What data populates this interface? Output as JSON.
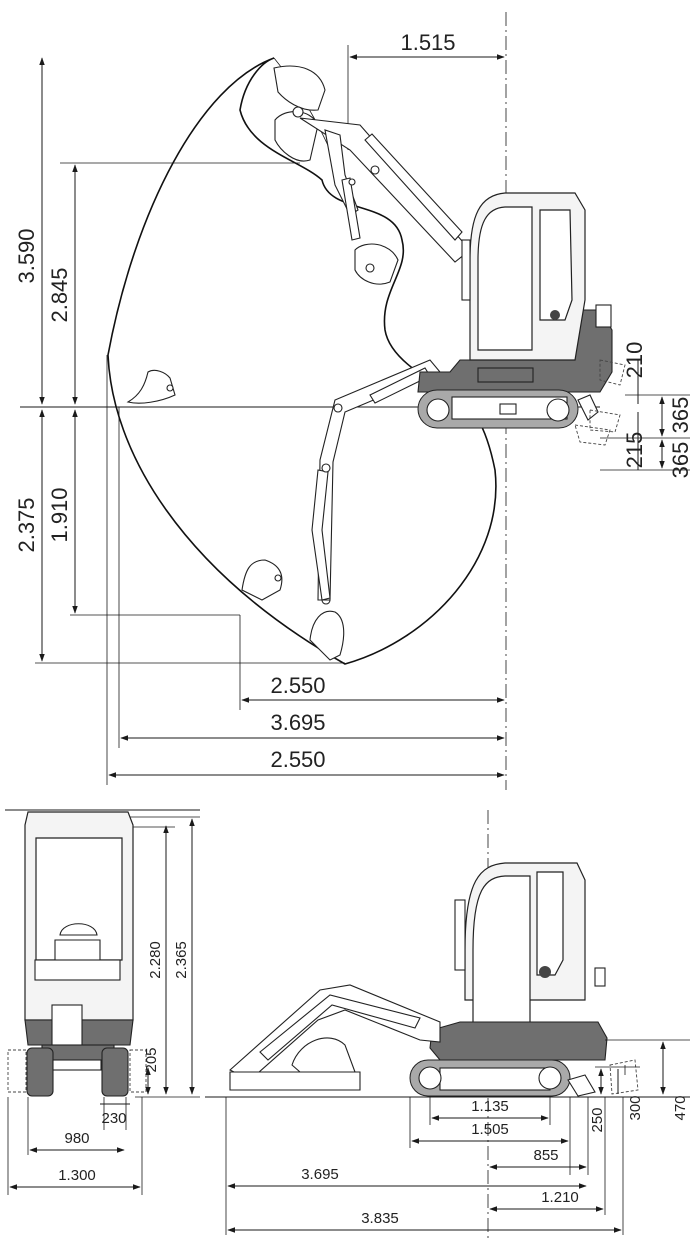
{
  "side_view_dimensions": {
    "reach_ground_dim": "1.515",
    "max_dig_height": "3.590",
    "max_dump_height": "2.845",
    "max_dig_depth": "2.375",
    "vertical_wall_depth": "1.910",
    "blade_lift": "210",
    "blade_upper": "365",
    "blade_lower": "365",
    "blade_depth": "215",
    "horiz_bottom_1": "2.550",
    "horiz_bottom_2": "3.695",
    "horiz_bottom_3": "2.550"
  },
  "front_view_dimensions": {
    "cab_height_1": "2.280",
    "cab_height_2": "2.365",
    "ground_clearance": "205",
    "track_width": "230",
    "track_gauge": "980",
    "overall_width": "1.300"
  },
  "transport_view_dimensions": {
    "tumbler_distance": "1.135",
    "track_length": "1.505",
    "blade_height": "250",
    "blade_raise": "300",
    "track_height": "470",
    "blade_reach": "855",
    "transport_length": "3.695",
    "tail_radius": "1.210",
    "overall_length": "3.835"
  }
}
